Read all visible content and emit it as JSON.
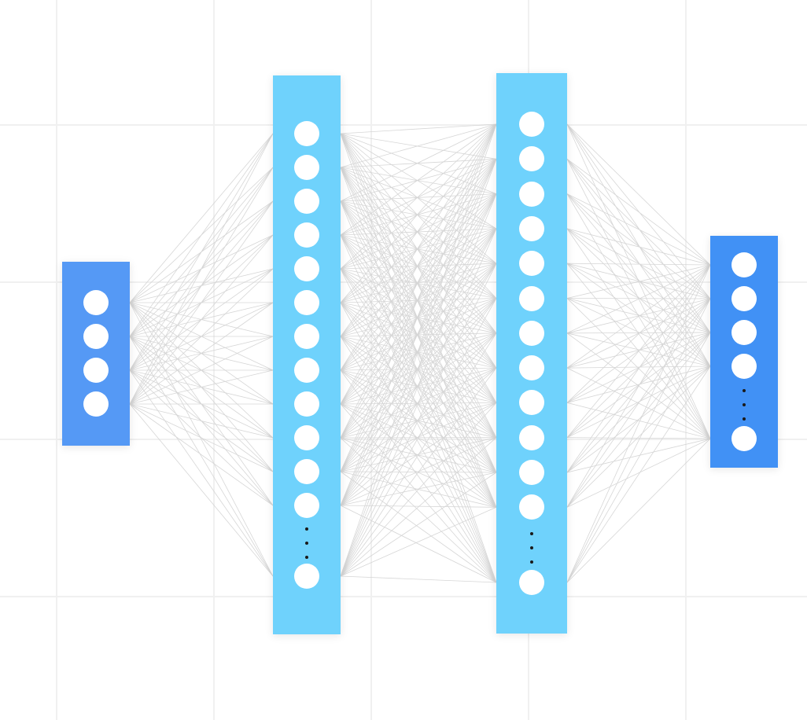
{
  "diagram": {
    "type": "neural-network",
    "colors": {
      "input_layer": "#5599f5",
      "hidden_layer": "#6fd2fc",
      "output_layer": "#4191f5",
      "neuron": "#ffffff",
      "connection": "#d6d6d6",
      "ellipsis": "#1a1a1a",
      "background": "#ffffff",
      "grid": "#f0f0f0"
    },
    "layers": [
      {
        "name": "input-layer",
        "color_key": "input_layer",
        "visible_neurons": 4,
        "has_ellipsis": false
      },
      {
        "name": "hidden-layer-1",
        "color_key": "hidden_layer",
        "visible_neurons": 13,
        "has_ellipsis": true
      },
      {
        "name": "hidden-layer-2",
        "color_key": "hidden_layer",
        "visible_neurons": 13,
        "has_ellipsis": true
      },
      {
        "name": "output-layer",
        "color_key": "output_layer",
        "visible_neurons": 5,
        "has_ellipsis": true
      }
    ]
  }
}
